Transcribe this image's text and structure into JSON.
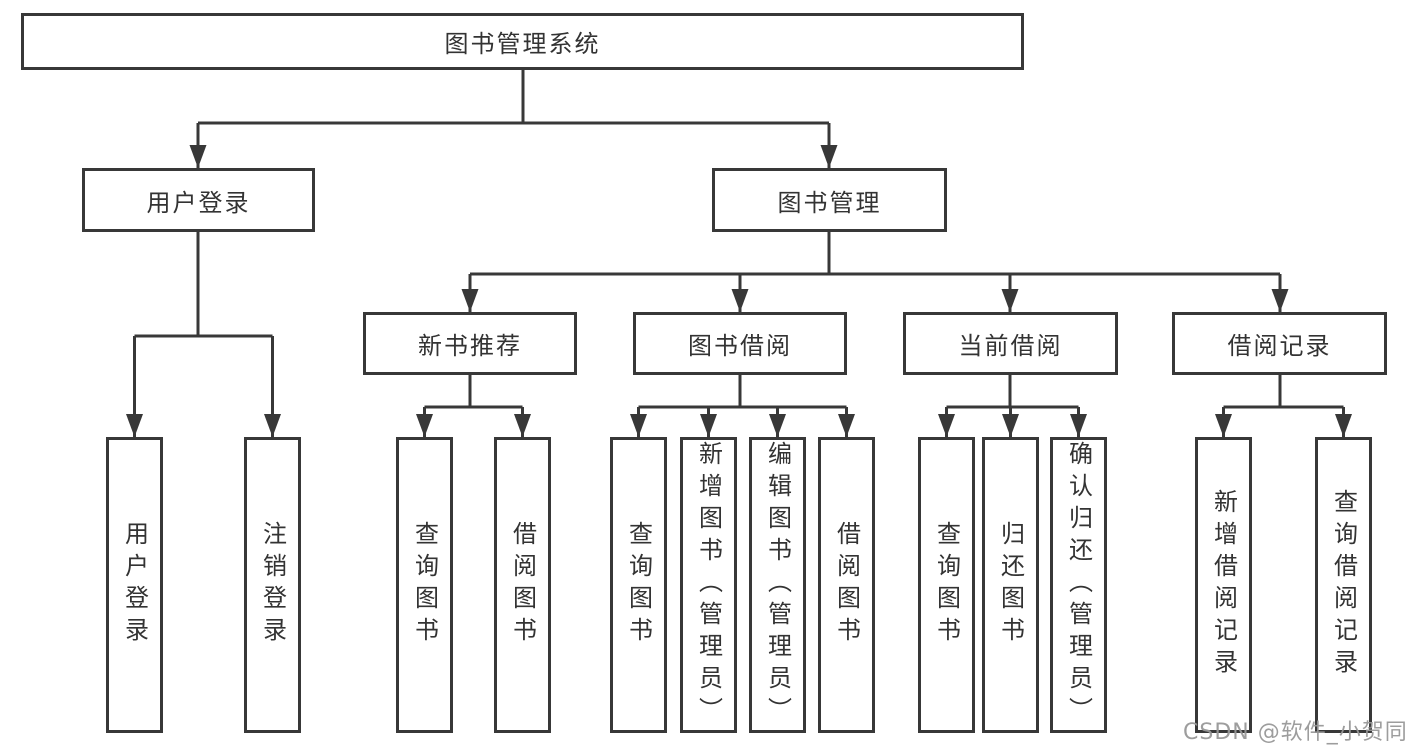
{
  "tree": {
    "label": "图书管理系统",
    "children": [
      {
        "label": "用户登录",
        "children": [
          {
            "label": "用户登录"
          },
          {
            "label": "注销登录"
          }
        ]
      },
      {
        "label": "图书管理",
        "children": [
          {
            "label": "新书推荐",
            "children": [
              {
                "label": "查询图书"
              },
              {
                "label": "借阅图书"
              }
            ]
          },
          {
            "label": "图书借阅",
            "children": [
              {
                "label": "查询图书"
              },
              {
                "label": "新增图书（管理员）"
              },
              {
                "label": "编辑图书（管理员）"
              },
              {
                "label": "借阅图书"
              }
            ]
          },
          {
            "label": "当前借阅",
            "children": [
              {
                "label": "查询图书"
              },
              {
                "label": "归还图书"
              },
              {
                "label": "确认归还（管理员）"
              }
            ]
          },
          {
            "label": "借阅记录",
            "children": [
              {
                "label": "新增借阅记录"
              },
              {
                "label": "查询借阅记录"
              }
            ]
          }
        ]
      }
    ]
  },
  "watermark": "CSDN @软件_小贺同学",
  "colors": {
    "line": "#383838",
    "text": "#333333",
    "watermark": "#989898",
    "background": "#ffffff"
  }
}
